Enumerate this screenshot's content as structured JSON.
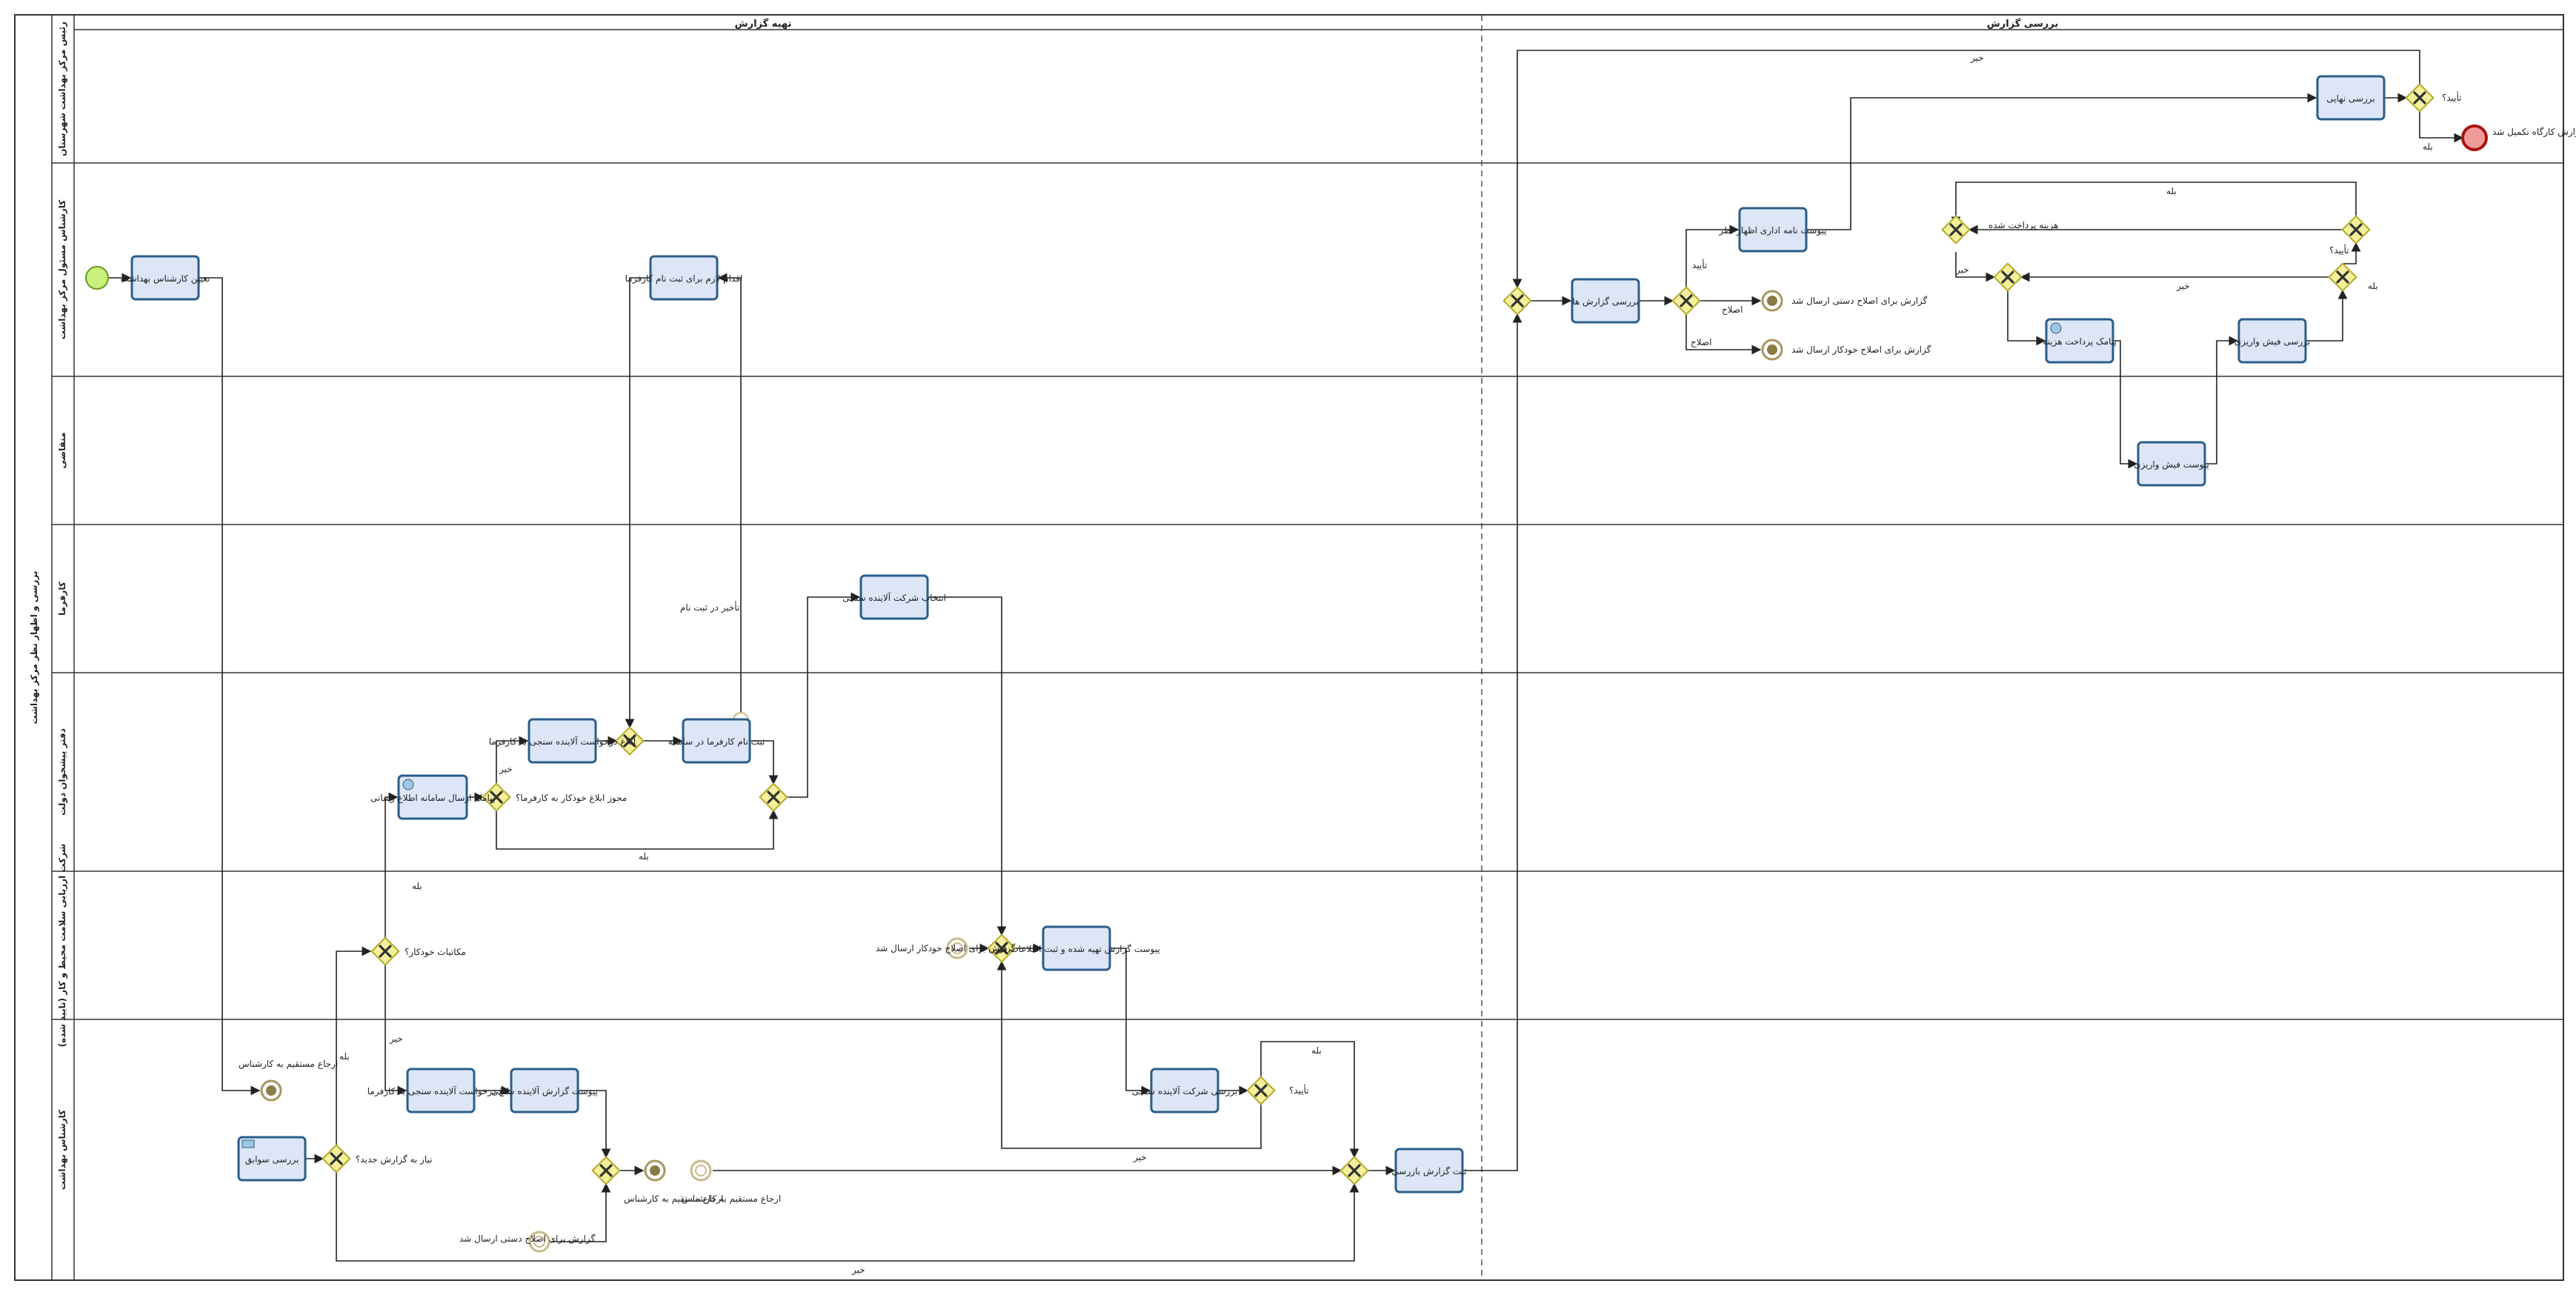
{
  "pool": {
    "title": "بررسی و اظهار نظر مرکز بهداشت"
  },
  "phases": [
    "تهیه گزارش",
    "بررسی گزارش"
  ],
  "lanes": [
    "رئیس مرکز بهداشت شهرستان",
    "کارشناس مسئول مرکز بهداشت",
    "متقاضی",
    "کارفرما",
    "دفتر پیشخوان دولت",
    "شرکت ارزیابی سلامت محیط و کار (تایید شده)",
    "کارشناس بهداشت"
  ],
  "tasks": {
    "assign_expert": "تعیین کارشناس بهداشت",
    "register_action": "اقدام لازم برای ثبت نام کارفرما",
    "review_history": "بررسی سوابق",
    "notify_request_1": "ابلاغ درخواست آلاینده سنجی به کارفرما",
    "attach_report_1": "پیوست گزارش آلاینده سنجی",
    "sms_send": "پیامک ارسال سامانه اطلاع رسانی",
    "notify_request_2": "ابلاغ درخواست آلاینده سنجی به کارفرما",
    "register_employer": "ثبت نام کارفرما در سامانه",
    "select_company": "انتخاب شرکت آلاینده سنجی",
    "attach_prepared": "پیوست گزارش تهیه شده و ثبت اطلاعات فنی",
    "review_company": "بررسی شرکت آلاینده سنجی",
    "register_inspection": "ثبت گزارش بازرسی",
    "review_reports": "بررسی گزارش ها",
    "attach_letter": "پیوست نامه اداری اظهار نظر",
    "sms_payment": "پیامک پرداخت هزینه",
    "attach_receipt": "پیوست فیش واریزی",
    "review_receipt": "بررسی فیش واریزی",
    "final_review": "بررسی نهایی"
  },
  "labels": {
    "need_new_report": "نیاز به گزارش جدید؟",
    "auto_letters": "مکاتبات خودکار؟",
    "auto_notify_permit": "مجوز ابلاغ خودکار به کارفرما؟",
    "delay_registration": "تأخیر در ثبت نام",
    "approved_q1": "تأیید؟",
    "approved_q2": "تأیید؟",
    "approved_q3": "تأیید؟",
    "approved_top": "تأیید",
    "cost_paid": "هزینه پرداخت شده",
    "yes": "بله",
    "no": "خیر",
    "fix": "اصلاح",
    "direct_return": "ارجاع مستقیم به کارشناس",
    "report_fix_auto": "گزارش برای اصلاح خودکار ارسال شد",
    "report_fix_manual": "گزارش برای اصلاح دستی ارسال شد",
    "report_fix_auto2": "گزارش برای اصلاح خودکار ارسال شد",
    "report_fix_manual2": "گزارش برای اصلاح دستی ارسال شد",
    "workshop_complete": "گزارش کارگاه تکمیل شد"
  },
  "colors": {
    "task_fill": "#dde6f7",
    "task_stroke": "#2a5d8a",
    "gateway_fill": "#f4f09a",
    "start_event": "#c8f07a",
    "end_event": "#f09a9a",
    "intermediate": "#c9b98a"
  }
}
